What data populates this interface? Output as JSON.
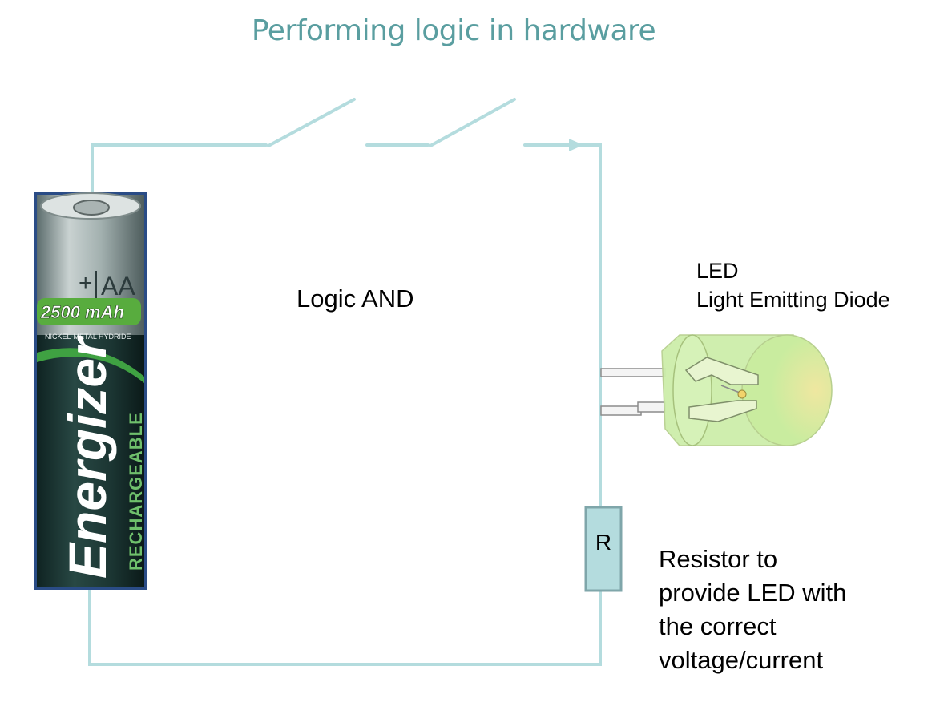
{
  "title": "Performing logic in hardware",
  "center_label": "Logic AND",
  "led": {
    "line1": "LED",
    "line2": "Light Emitting Diode"
  },
  "resistor": {
    "letter": "R",
    "description_lines": [
      "Resistor to",
      "provide LED with",
      "the correct",
      "voltage/current"
    ]
  },
  "battery": {
    "brand": "Energizer",
    "type_label": "RECHARGEABLE",
    "size": "AA",
    "capacity": "2500 mAh",
    "chemistry": "NICKEL-METAL HYDRIDE"
  },
  "colors": {
    "wire": "#b4dcde",
    "title": "#5a9ea0",
    "resistor_fill": "#b4dcde",
    "resistor_stroke": "#7fa6aa",
    "led_green": "#c8eb9e"
  }
}
